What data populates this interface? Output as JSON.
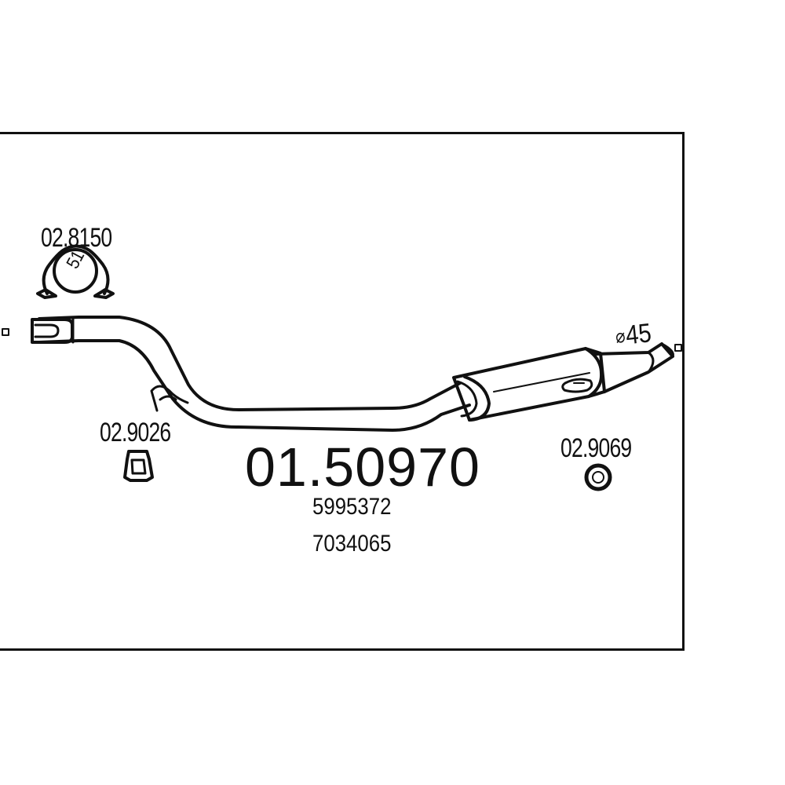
{
  "diagram": {
    "main_part_number": "01.50970",
    "oe_numbers": [
      "5995372",
      "7034065"
    ],
    "parts": {
      "clamp": {
        "code": "02.8150",
        "marking": "51"
      },
      "mount": {
        "code": "02.9026"
      },
      "ring": {
        "code": "02.9069"
      }
    },
    "outlet_diameter": {
      "symbol": "⌀",
      "value": "45"
    }
  }
}
